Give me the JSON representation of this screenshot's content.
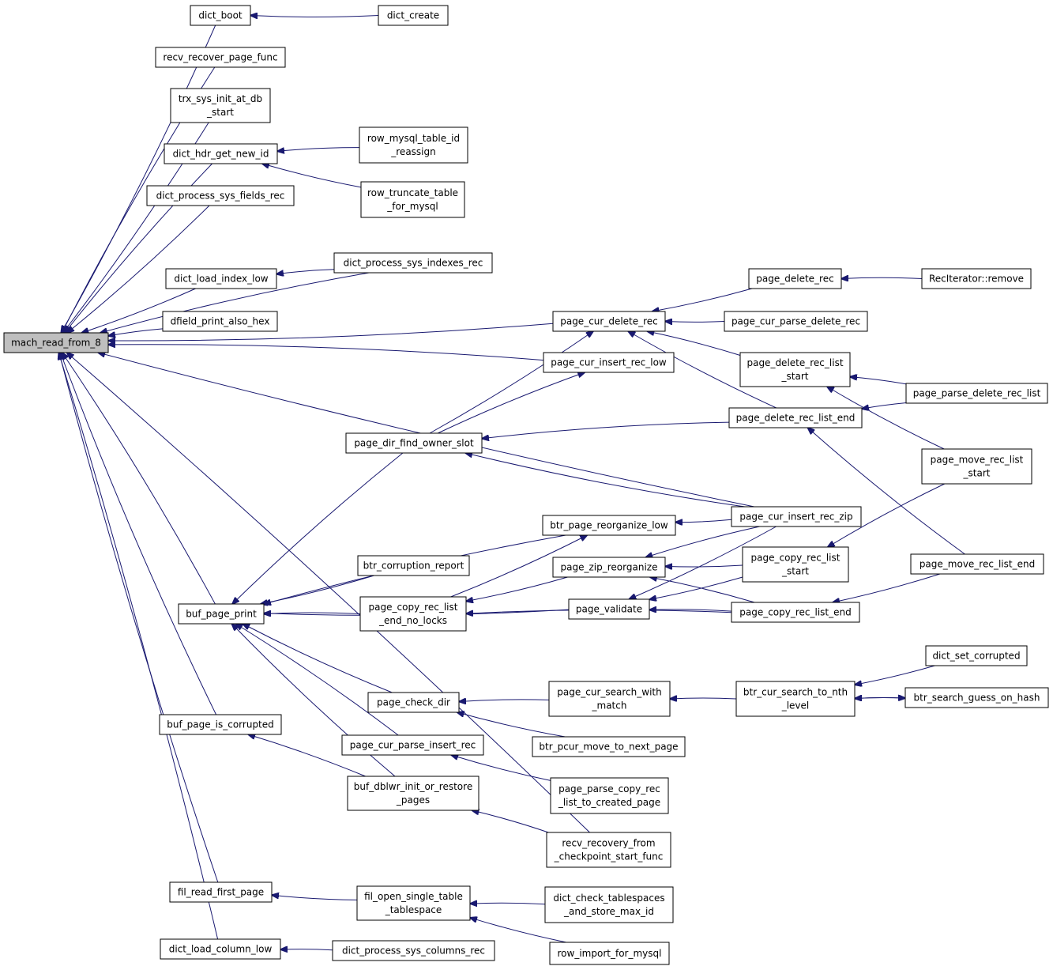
{
  "colors": {
    "edge": "#191970",
    "root_fill": "#bfbfbf",
    "node_fill": "#ffffff",
    "node_stroke": "#000000"
  },
  "nodes": [
    {
      "id": "mach_read_from_8",
      "lines": [
        "mach_read_from_8"
      ]
    },
    {
      "id": "dict_boot",
      "lines": [
        "dict_boot"
      ]
    },
    {
      "id": "dict_create",
      "lines": [
        "dict_create"
      ]
    },
    {
      "id": "recv_recover_page_func",
      "lines": [
        "recv_recover_page_func"
      ]
    },
    {
      "id": "trx_sys_init_at_db_start",
      "lines": [
        "trx_sys_init_at_db",
        "_start"
      ]
    },
    {
      "id": "dict_hdr_get_new_id",
      "lines": [
        "dict_hdr_get_new_id"
      ]
    },
    {
      "id": "row_mysql_table_id_reassign",
      "lines": [
        "row_mysql_table_id",
        "_reassign"
      ]
    },
    {
      "id": "row_truncate_table_for_mysql",
      "lines": [
        "row_truncate_table",
        "_for_mysql"
      ]
    },
    {
      "id": "dict_process_sys_fields_rec",
      "lines": [
        "dict_process_sys_fields_rec"
      ]
    },
    {
      "id": "dict_process_sys_indexes_rec",
      "lines": [
        "dict_process_sys_indexes_rec"
      ]
    },
    {
      "id": "dict_load_index_low",
      "lines": [
        "dict_load_index_low"
      ]
    },
    {
      "id": "dfield_print_also_hex",
      "lines": [
        "dfield_print_also_hex"
      ]
    },
    {
      "id": "page_delete_rec",
      "lines": [
        "page_delete_rec"
      ]
    },
    {
      "id": "reciterator_remove",
      "lines": [
        "RecIterator::remove"
      ]
    },
    {
      "id": "page_cur_delete_rec",
      "lines": [
        "page_cur_delete_rec"
      ]
    },
    {
      "id": "page_cur_parse_delete_rec",
      "lines": [
        "page_cur_parse_delete_rec"
      ]
    },
    {
      "id": "page_delete_rec_list_start",
      "lines": [
        "page_delete_rec_list",
        "_start"
      ]
    },
    {
      "id": "page_cur_insert_rec_low",
      "lines": [
        "page_cur_insert_rec_low"
      ]
    },
    {
      "id": "page_parse_delete_rec_list",
      "lines": [
        "page_parse_delete_rec_list"
      ]
    },
    {
      "id": "page_delete_rec_list_end",
      "lines": [
        "page_delete_rec_list_end"
      ]
    },
    {
      "id": "page_dir_find_owner_slot",
      "lines": [
        "page_dir_find_owner_slot"
      ]
    },
    {
      "id": "page_move_rec_list_start",
      "lines": [
        "page_move_rec_list",
        "_start"
      ]
    },
    {
      "id": "page_cur_insert_rec_zip",
      "lines": [
        "page_cur_insert_rec_zip"
      ]
    },
    {
      "id": "btr_page_reorganize_low",
      "lines": [
        "btr_page_reorganize_low"
      ]
    },
    {
      "id": "btr_corruption_report",
      "lines": [
        "btr_corruption_report"
      ]
    },
    {
      "id": "page_zip_reorganize",
      "lines": [
        "page_zip_reorganize"
      ]
    },
    {
      "id": "page_copy_rec_list_start",
      "lines": [
        "page_copy_rec_list",
        "_start"
      ]
    },
    {
      "id": "page_move_rec_list_end",
      "lines": [
        "page_move_rec_list_end"
      ]
    },
    {
      "id": "buf_page_print",
      "lines": [
        "buf_page_print"
      ]
    },
    {
      "id": "page_copy_rec_list_end_no_locks",
      "lines": [
        "page_copy_rec_list",
        "_end_no_locks"
      ]
    },
    {
      "id": "page_validate",
      "lines": [
        "page_validate"
      ]
    },
    {
      "id": "page_copy_rec_list_end",
      "lines": [
        "page_copy_rec_list_end"
      ]
    },
    {
      "id": "dict_set_corrupted",
      "lines": [
        "dict_set_corrupted"
      ]
    },
    {
      "id": "page_cur_search_with_match",
      "lines": [
        "page_cur_search_with",
        "_match"
      ]
    },
    {
      "id": "btr_cur_search_to_nth_level",
      "lines": [
        "btr_cur_search_to_nth",
        "_level"
      ]
    },
    {
      "id": "btr_search_guess_on_hash",
      "lines": [
        "btr_search_guess_on_hash"
      ]
    },
    {
      "id": "page_check_dir",
      "lines": [
        "page_check_dir"
      ]
    },
    {
      "id": "buf_page_is_corrupted",
      "lines": [
        "buf_page_is_corrupted"
      ]
    },
    {
      "id": "btr_pcur_move_to_next_page",
      "lines": [
        "btr_pcur_move_to_next_page"
      ]
    },
    {
      "id": "page_cur_parse_insert_rec",
      "lines": [
        "page_cur_parse_insert_rec"
      ]
    },
    {
      "id": "buf_dblwr_init_or_restore_pages",
      "lines": [
        "buf_dblwr_init_or_restore",
        "_pages"
      ]
    },
    {
      "id": "page_parse_copy_rec_list_to_created_page",
      "lines": [
        "page_parse_copy_rec",
        "_list_to_created_page"
      ]
    },
    {
      "id": "recv_recovery_from_checkpoint_start_func",
      "lines": [
        "recv_recovery_from",
        "_checkpoint_start_func"
      ]
    },
    {
      "id": "fil_read_first_page",
      "lines": [
        "fil_read_first_page"
      ]
    },
    {
      "id": "fil_open_single_table_tablespace",
      "lines": [
        "fil_open_single_table",
        "_tablespace"
      ]
    },
    {
      "id": "dict_check_tablespaces_and_store_max_id",
      "lines": [
        "dict_check_tablespaces",
        "_and_store_max_id"
      ]
    },
    {
      "id": "dict_load_column_low",
      "lines": [
        "dict_load_column_low"
      ]
    },
    {
      "id": "dict_process_sys_columns_rec",
      "lines": [
        "dict_process_sys_columns_rec"
      ]
    },
    {
      "id": "row_import_for_mysql",
      "lines": [
        "row_import_for_mysql"
      ]
    }
  ],
  "edges": [
    [
      "dict_boot",
      "mach_read_from_8"
    ],
    [
      "recv_recover_page_func",
      "mach_read_from_8"
    ],
    [
      "trx_sys_init_at_db_start",
      "mach_read_from_8"
    ],
    [
      "dict_hdr_get_new_id",
      "mach_read_from_8"
    ],
    [
      "dict_process_sys_fields_rec",
      "mach_read_from_8"
    ],
    [
      "dict_process_sys_indexes_rec",
      "mach_read_from_8"
    ],
    [
      "dict_load_index_low",
      "mach_read_from_8"
    ],
    [
      "dfield_print_also_hex",
      "mach_read_from_8"
    ],
    [
      "page_cur_delete_rec",
      "mach_read_from_8"
    ],
    [
      "page_cur_insert_rec_low",
      "mach_read_from_8"
    ],
    [
      "page_cur_insert_rec_zip",
      "mach_read_from_8"
    ],
    [
      "buf_page_print",
      "mach_read_from_8"
    ],
    [
      "buf_page_is_corrupted",
      "mach_read_from_8"
    ],
    [
      "recv_recovery_from_checkpoint_start_func",
      "mach_read_from_8"
    ],
    [
      "fil_read_first_page",
      "mach_read_from_8"
    ],
    [
      "dict_load_column_low",
      "mach_read_from_8"
    ],
    [
      "dict_create",
      "dict_boot"
    ],
    [
      "row_mysql_table_id_reassign",
      "dict_hdr_get_new_id"
    ],
    [
      "row_truncate_table_for_mysql",
      "dict_hdr_get_new_id"
    ],
    [
      "dict_process_sys_indexes_rec",
      "dict_load_index_low"
    ],
    [
      "page_delete_rec",
      "page_cur_delete_rec"
    ],
    [
      "reciterator_remove",
      "page_delete_rec"
    ],
    [
      "page_cur_parse_delete_rec",
      "page_cur_delete_rec"
    ],
    [
      "page_delete_rec_list_start",
      "page_cur_delete_rec"
    ],
    [
      "page_delete_rec_list_end",
      "page_cur_delete_rec"
    ],
    [
      "page_parse_delete_rec_list",
      "page_delete_rec_list_start"
    ],
    [
      "page_move_rec_list_start",
      "page_delete_rec_list_start"
    ],
    [
      "page_parse_delete_rec_list",
      "page_delete_rec_list_end"
    ],
    [
      "page_move_rec_list_end",
      "page_delete_rec_list_end"
    ],
    [
      "page_dir_find_owner_slot",
      "page_cur_delete_rec"
    ],
    [
      "page_dir_find_owner_slot",
      "page_cur_insert_rec_low"
    ],
    [
      "page_delete_rec_list_end",
      "page_dir_find_owner_slot"
    ],
    [
      "page_cur_insert_rec_zip",
      "page_dir_find_owner_slot"
    ],
    [
      "page_dir_find_owner_slot",
      "buf_page_print"
    ],
    [
      "page_cur_insert_rec_zip",
      "btr_page_reorganize_low"
    ],
    [
      "btr_page_reorganize_low",
      "buf_page_print"
    ],
    [
      "btr_corruption_report",
      "buf_page_print"
    ],
    [
      "page_copy_rec_list_end_no_locks",
      "buf_page_print"
    ],
    [
      "page_validate",
      "buf_page_print"
    ],
    [
      "page_copy_rec_list_end_no_locks",
      "btr_page_reorganize_low"
    ],
    [
      "page_zip_reorganize",
      "page_copy_rec_list_end_no_locks"
    ],
    [
      "page_cur_insert_rec_zip",
      "page_zip_reorganize"
    ],
    [
      "page_copy_rec_list_start",
      "page_zip_reorganize"
    ],
    [
      "page_copy_rec_list_end",
      "page_zip_reorganize"
    ],
    [
      "page_copy_rec_list_start",
      "page_validate"
    ],
    [
      "page_copy_rec_list_end",
      "page_validate"
    ],
    [
      "page_cur_insert_rec_zip",
      "page_validate"
    ],
    [
      "page_move_rec_list_start",
      "page_copy_rec_list_start"
    ],
    [
      "page_move_rec_list_end",
      "page_copy_rec_list_end"
    ],
    [
      "page_copy_rec_list_end",
      "page_copy_rec_list_end_no_locks"
    ],
    [
      "page_check_dir",
      "buf_page_print"
    ],
    [
      "page_cur_search_with_match",
      "page_check_dir"
    ],
    [
      "btr_pcur_move_to_next_page",
      "page_check_dir"
    ],
    [
      "btr_cur_search_to_nth_level",
      "page_cur_search_with_match"
    ],
    [
      "dict_set_corrupted",
      "btr_cur_search_to_nth_level"
    ],
    [
      "btr_search_guess_on_hash",
      "btr_cur_search_to_nth_level"
    ],
    [
      "btr_cur_search_to_nth_level",
      "btr_search_guess_on_hash"
    ],
    [
      "page_cur_parse_insert_rec",
      "buf_page_print"
    ],
    [
      "buf_dblwr_init_or_restore_pages",
      "buf_page_print"
    ],
    [
      "buf_dblwr_init_or_restore_pages",
      "buf_page_is_corrupted"
    ],
    [
      "page_parse_copy_rec_list_to_created_page",
      "page_cur_parse_insert_rec"
    ],
    [
      "recv_recovery_from_checkpoint_start_func",
      "buf_dblwr_init_or_restore_pages"
    ],
    [
      "fil_open_single_table_tablespace",
      "fil_read_first_page"
    ],
    [
      "dict_check_tablespaces_and_store_max_id",
      "fil_open_single_table_tablespace"
    ],
    [
      "row_import_for_mysql",
      "fil_open_single_table_tablespace"
    ],
    [
      "dict_process_sys_columns_rec",
      "dict_load_column_low"
    ]
  ]
}
